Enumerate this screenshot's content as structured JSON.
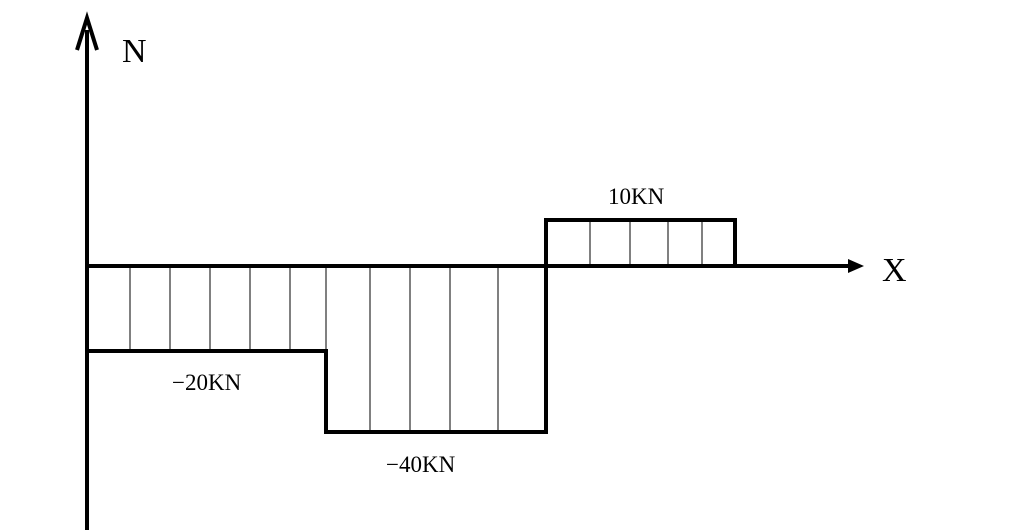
{
  "diagram": {
    "y_axis_label": "N",
    "x_axis_label": "X",
    "segments": [
      {
        "value": -20,
        "label": "−20KN"
      },
      {
        "value": -40,
        "label": "−40KN"
      },
      {
        "value": 10,
        "label": "10KN"
      }
    ]
  }
}
